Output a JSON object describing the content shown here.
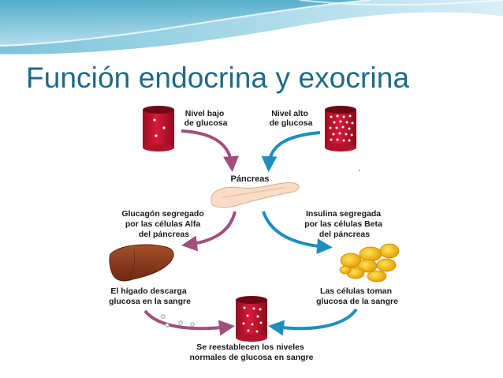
{
  "slide": {
    "title": "Función endocrina y exocrina"
  },
  "diagram": {
    "low_glucose": [
      "Nivel bajo",
      "de glucosa"
    ],
    "high_glucose": [
      "Nivel alto",
      "de glucosa"
    ],
    "pancreas": "Páncreas",
    "glucagon": [
      "Glucagón segregado",
      "por las células Alfa",
      "del páncreas"
    ],
    "insulin": [
      "Insulina segregada",
      "por las células Beta",
      "del páncreas"
    ],
    "liver": [
      "El hígado descarga",
      "glucosa en la sangre"
    ],
    "cells": [
      "Las células toman",
      "glucosa de la sangre"
    ],
    "normal": [
      "Se reestablecen los niveles",
      "normales de glucosa en sangre"
    ]
  },
  "colors": {
    "title": "#1b6b87",
    "arrow_glucagon": "#a0507a",
    "arrow_insulin": "#1e8ec0",
    "vessel": "#c8102e",
    "liver": "#8b3a1e",
    "cells": "#f5b800",
    "pancreas": "#f7d8c4"
  }
}
